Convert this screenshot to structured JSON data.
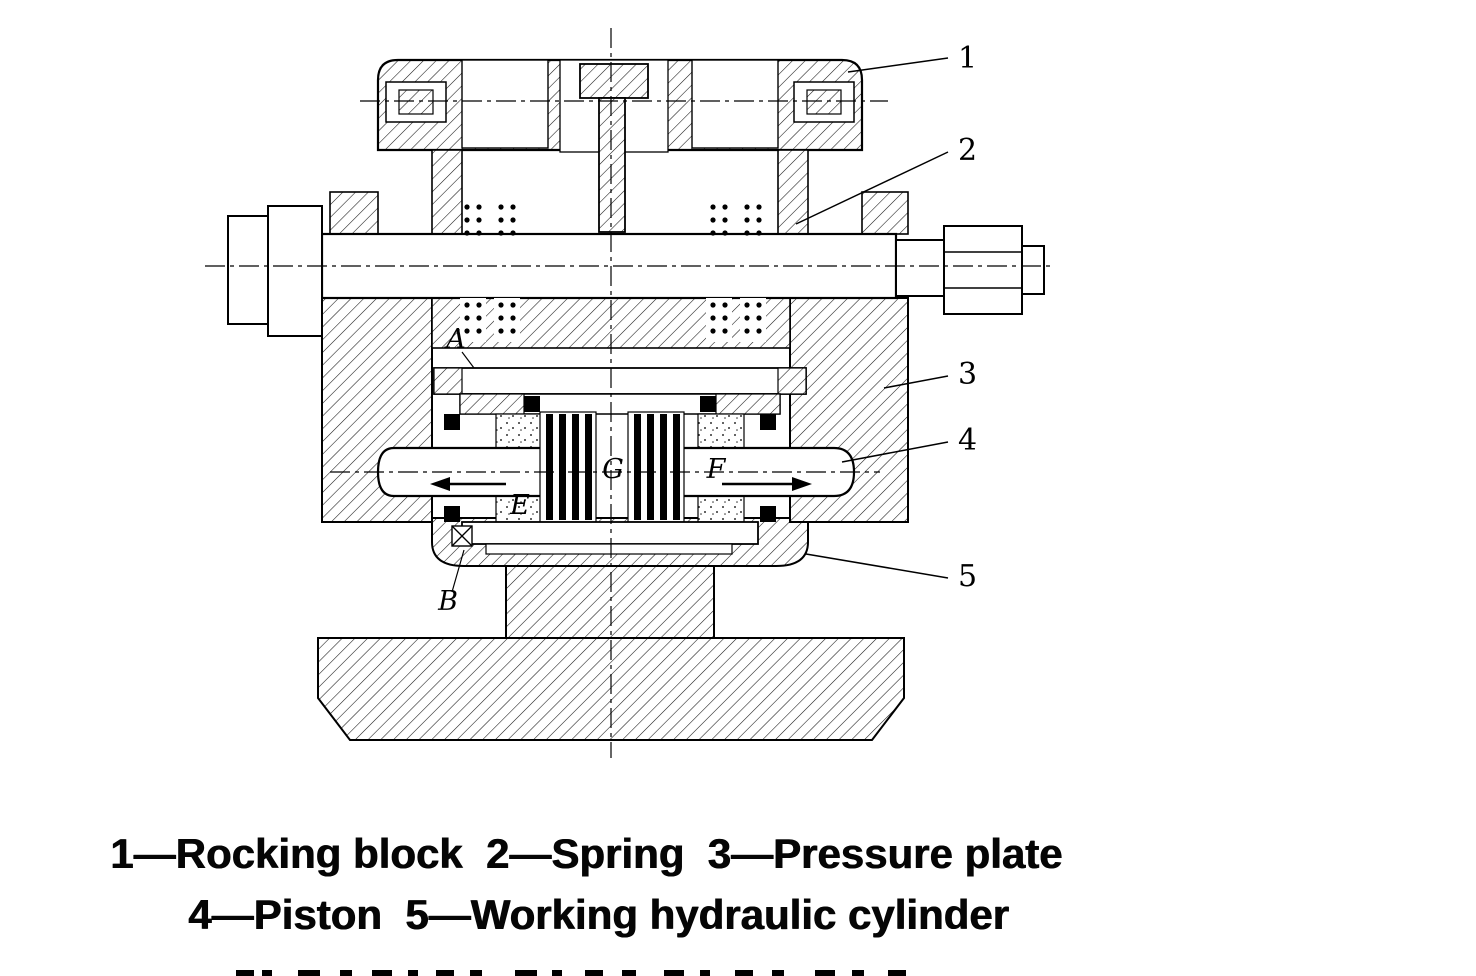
{
  "diagram": {
    "type": "engineering-cross-section",
    "callouts": [
      {
        "number": "1",
        "name": "Rocking block"
      },
      {
        "number": "2",
        "name": "Spring"
      },
      {
        "number": "3",
        "name": "Pressure plate"
      },
      {
        "number": "4",
        "name": "Piston"
      },
      {
        "number": "5",
        "name": "Working hydraulic cylinder"
      }
    ],
    "point_labels": [
      "A",
      "B",
      "E",
      "G",
      "F"
    ],
    "legend": {
      "line1": "1—Rocking block  2—Spring  3—Pressure plate",
      "line2": "4—Piston  5—Working hydraulic cylinder"
    },
    "colors": {
      "ink": "#000000",
      "background": "#ffffff"
    }
  }
}
